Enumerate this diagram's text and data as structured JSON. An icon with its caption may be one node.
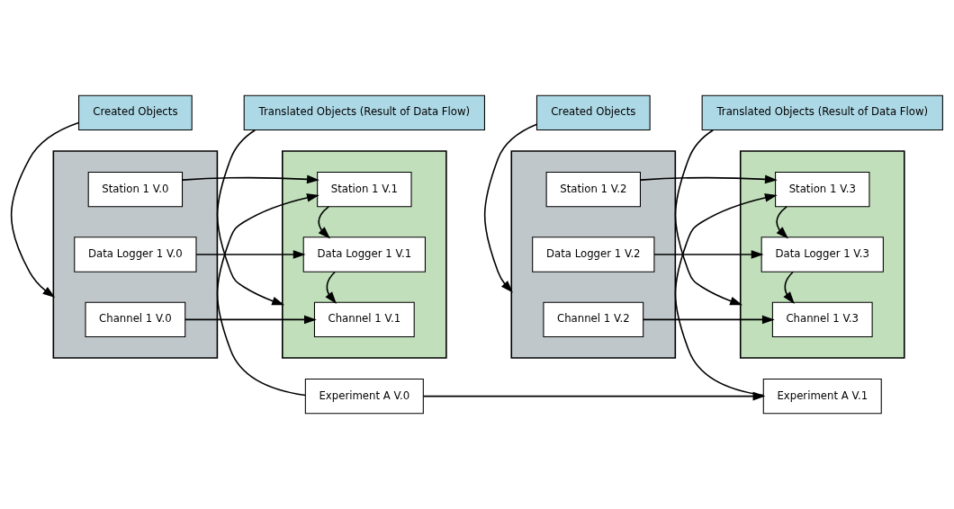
{
  "diagram": {
    "nodes": [
      {
        "text": [
          "Experiment A V.0"
        ]
      },
      {
        "text": [
          "Experiment A V.1"
        ]
      },
      {
        "text": [],
        "shape": "box"
      },
      {
        "text": [
          "Station 1 V.0"
        ],
        "in": 2
      },
      {
        "text": [
          "Data Logger 1 V.0"
        ],
        "in": 2
      },
      {
        "text": [
          "Channel 1 V.0"
        ],
        "in": 2
      },
      {
        "text": [],
        "shape": "box"
      },
      {
        "text": [
          "Station 1 V.1"
        ],
        "in": 6
      },
      {
        "text": [
          "Data Logger 1 V.1"
        ],
        "in": 6
      },
      {
        "text": [
          "Channel 1 V.1"
        ],
        "in": 6
      },
      {
        "text": [],
        "shape": "box"
      },
      {
        "text": [
          "Station 1 V.2"
        ],
        "in": 10
      },
      {
        "text": [
          "Data Logger 1 V.2"
        ],
        "in": 10
      },
      {
        "text": [
          "Channel 1 V.2"
        ],
        "in": 10
      },
      {
        "text": [],
        "shape": "box"
      },
      {
        "text": [
          "Station 1 V.3"
        ],
        "in": 14
      },
      {
        "text": [
          "Data Logger 1 V.3"
        ],
        "in": 14
      },
      {
        "text": [
          "Channel 1 V.3"
        ],
        "in": 14
      },
      {
        "text": [
          "Translated Objects (Result of Data Flow)"
        ]
      },
      {
        "text": [
          "Translated Objects (Result of Data Flow)"
        ]
      },
      {
        "text": [
          "Created Objects"
        ]
      },
      {
        "text": [
          "Created Objects"
        ]
      }
    ],
    "edges": [
      {
        "from": 0,
        "to": 1,
        "arrow": "to"
      },
      {
        "from": 0,
        "to": 7,
        "arrow": "to"
      },
      {
        "from": 3,
        "to": 7,
        "arrow": "to"
      },
      {
        "from": 7,
        "to": 8,
        "arrow": "to"
      },
      {
        "from": 4,
        "to": 8,
        "arrow": "to"
      },
      {
        "from": 8,
        "to": 9,
        "arrow": "to"
      },
      {
        "from": 5,
        "to": 9,
        "arrow": "to"
      },
      {
        "from": 1,
        "to": 15,
        "arrow": "to"
      },
      {
        "from": 11,
        "to": 15,
        "arrow": "to"
      },
      {
        "from": 15,
        "to": 16,
        "arrow": "to"
      },
      {
        "from": 12,
        "to": 16,
        "arrow": "to"
      },
      {
        "from": 16,
        "to": 17,
        "arrow": "to"
      },
      {
        "from": 13,
        "to": 17,
        "arrow": "to"
      },
      {
        "from": 18,
        "to": 6,
        "arrow": "to"
      },
      {
        "from": 19,
        "to": 14,
        "arrow": "to"
      },
      {
        "from": 20,
        "to": 2,
        "arrow": "to"
      },
      {
        "from": 21,
        "to": 10,
        "arrow": "to"
      }
    ]
  }
}
